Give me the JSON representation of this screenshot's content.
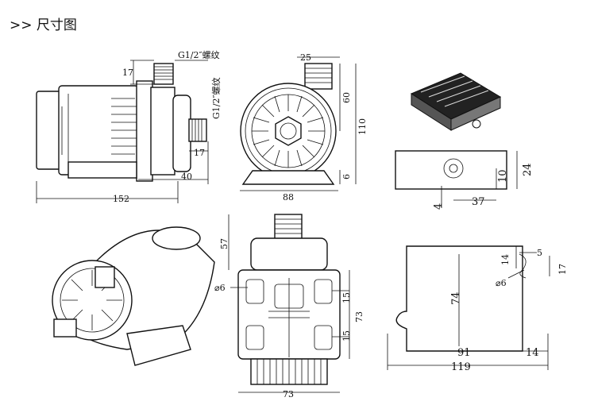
{
  "heading": ">> 尺寸图",
  "labels": {
    "thread_h": "G1/2″螺纹",
    "thread_v": "G1/2″螺纹",
    "d17a": "17",
    "d17b": "17",
    "d40": "40",
    "d152": "152",
    "d25": "25",
    "d60": "60",
    "d110": "110",
    "d6a": "6",
    "d88": "88",
    "d24": "24",
    "d10": "10",
    "d4": "4",
    "d37": "37",
    "d57": "57",
    "dphi6a": "⌀6",
    "d15a": "15",
    "d15b": "15",
    "d73a": "73",
    "d73b": "73",
    "d5": "5",
    "d14a": "14",
    "d17c": "17",
    "dphi6b": "⌀6",
    "d74": "74",
    "d91": "91",
    "d14b": "14",
    "d119": "119"
  },
  "icons": {
    "pump_photo": "pump-photo-icon",
    "bracket_photo": "bracket-photo-icon"
  }
}
